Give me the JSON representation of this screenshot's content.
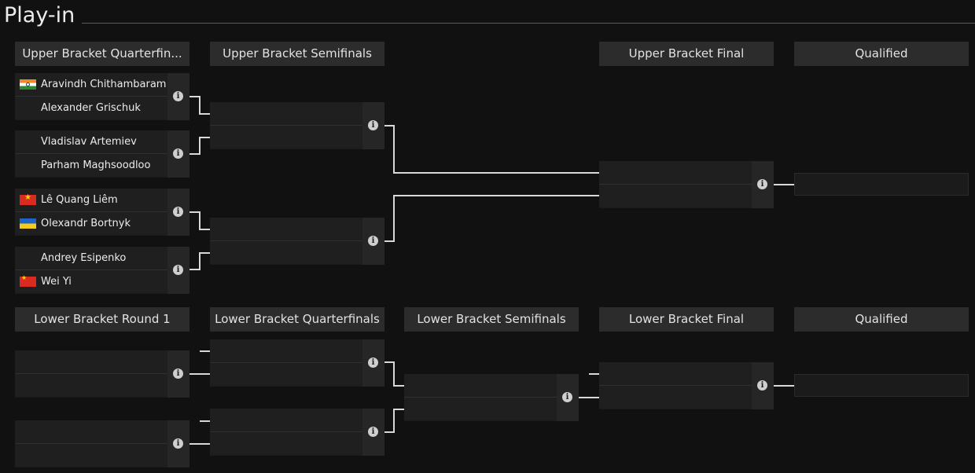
{
  "title": "Play-in",
  "headers": {
    "ub_qf": "Upper Bracket Quarterfin...",
    "ub_sf": "Upper Bracket Semifinals",
    "ub_final": "Upper Bracket Final",
    "ub_qualified": "Qualified",
    "lb_r1": "Lower Bracket Round 1",
    "lb_qf": "Lower Bracket Quarterfinals",
    "lb_sf": "Lower Bracket Semifinals",
    "lb_final": "Lower Bracket Final",
    "lb_qualified": "Qualified"
  },
  "ub_quarterfinals": [
    {
      "p1": {
        "name": "Aravindh Chithambaram",
        "flag": "india-flag"
      },
      "p2": {
        "name": "Alexander Grischuk",
        "flag": ""
      }
    },
    {
      "p1": {
        "name": "Vladislav Artemiev",
        "flag": ""
      },
      "p2": {
        "name": "Parham Maghsoodloo",
        "flag": ""
      }
    },
    {
      "p1": {
        "name": "Lê Quang Liêm",
        "flag": "vietnam-flag"
      },
      "p2": {
        "name": "Olexandr Bortnyk",
        "flag": "ukraine-flag"
      }
    },
    {
      "p1": {
        "name": "Andrey Esipenko",
        "flag": ""
      },
      "p2": {
        "name": "Wei Yi",
        "flag": "china-flag"
      }
    }
  ],
  "info_icon_glyph": "i",
  "colors": {
    "background": "#111111",
    "header_bg": "#2c2c2c",
    "slot_bg": "#1f1f1f",
    "connector": "#d8d8d8"
  }
}
